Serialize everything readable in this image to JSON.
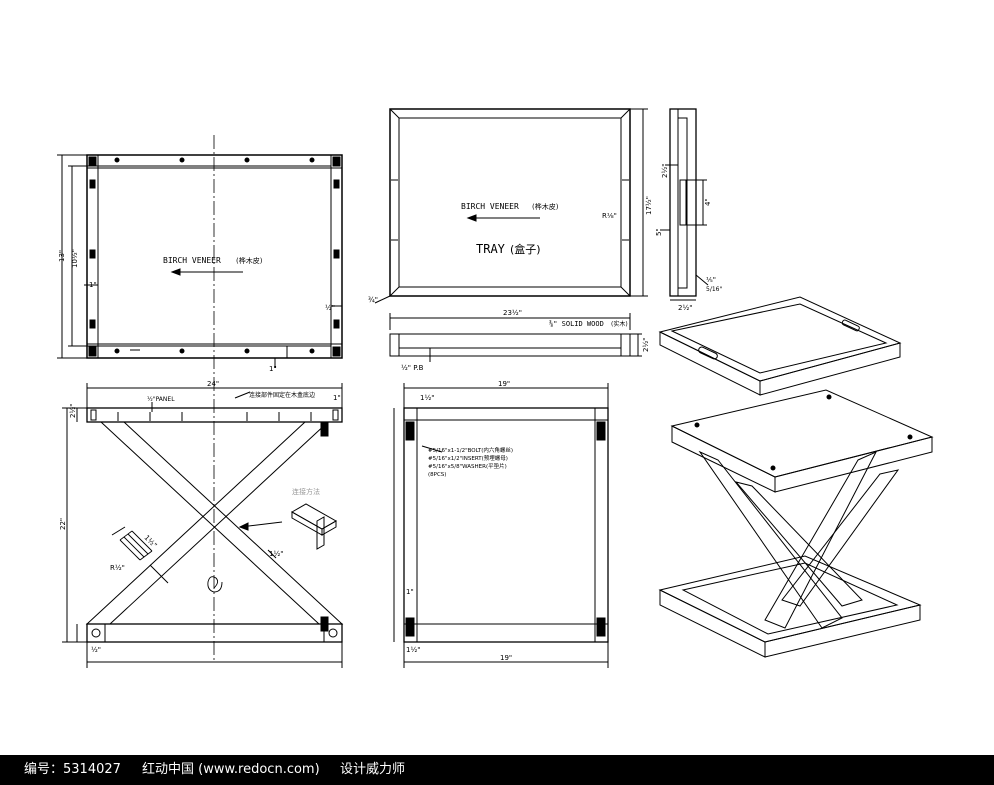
{
  "colors": {
    "line": "#000000",
    "background": "#ffffff",
    "footer_bg": "#000000",
    "footer_text": "#ffffff",
    "annotation_gray": "#999999"
  },
  "top_view": {
    "label": "BIRCH VENEER",
    "label_cn": "(桦木皮)",
    "dim_height": "13\"",
    "dim_inner": "10½\"",
    "dim_side": "1\"",
    "dim_small": "½\"",
    "dim_bottom": "1\""
  },
  "tray": {
    "label": "BIRCH VENEER",
    "label_cn": "(桦木皮)",
    "title": "TRAY",
    "title_cn": "(盒子)",
    "dim_radius": "R⅛\"",
    "dim_height": "17½\"",
    "dim_corner": "¾\"",
    "dim_width": "23½\"",
    "solid_wood": "⅜\" SOLID WOOD",
    "solid_wood_cn": "(实木)",
    "dim_ply": "½\" P.B",
    "dim_thick": "2½\""
  },
  "side_detail": {
    "dim_a": "2½\"",
    "dim_b": "4\"",
    "dim_c": "5\"",
    "dim_d": "⅕\"",
    "dim_e": "5/16\"",
    "dim_f": "2½\""
  },
  "front_view": {
    "dim_width": "24\"",
    "panel": "½\"PANEL",
    "note_cn": "连接部件固定在木盒底边",
    "dim_right": "1\"",
    "dim_height": "22\"",
    "dim_bar": "2½\"",
    "dim_slot": "R½\"",
    "dim_slot2": "1½\"",
    "dim_cross": "1½\"",
    "joint_label": "连接方法",
    "dim_bottom": "½\""
  },
  "side_view": {
    "dim_width": "19\"",
    "dim_top": "1½\"",
    "hardware": [
      "#5/16\"x1-1/2\"BOLT(内六角螺丝)",
      "#5/16\"x1/2\"INSERT(预埋螺母)",
      "#5/16\"x5/8\"WASHER(平垫片)",
      "(8PCS)"
    ],
    "dim_left": "1\"",
    "dim_bottom": "19\"",
    "dim_foot": "1½\""
  },
  "footer": {
    "id_label": "编号：5314027",
    "site": "红动中国 (www.redocn.com)",
    "credit": "设计威力师"
  }
}
